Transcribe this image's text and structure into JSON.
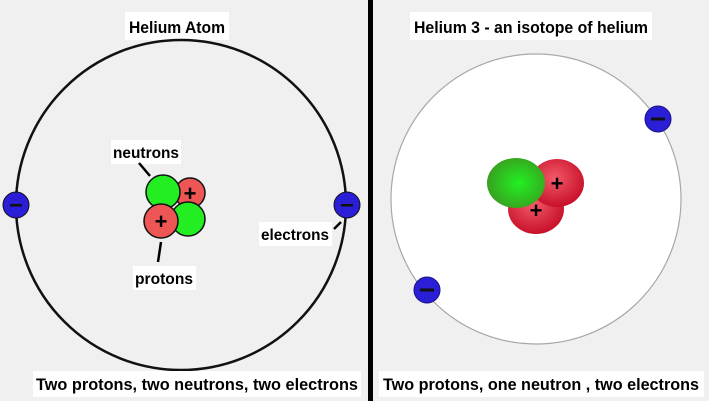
{
  "left_panel": {
    "title": "Helium Atom",
    "labels": {
      "neutrons": "neutrons",
      "protons": "protons",
      "electrons": "electrons"
    },
    "caption": "Two protons, two neutrons, two electrons",
    "proton_symbol": "+",
    "electron_symbol": "−"
  },
  "right_panel": {
    "title": "Helium 3 - an isotope of helium",
    "caption": "Two protons, one neutron , two electrons",
    "proton_symbol": "+",
    "electron_symbol": "−"
  },
  "colors": {
    "proton": "#ee5555",
    "neutron": "#22ee22",
    "electron": "#2a1fd6",
    "divider": "#000000"
  }
}
